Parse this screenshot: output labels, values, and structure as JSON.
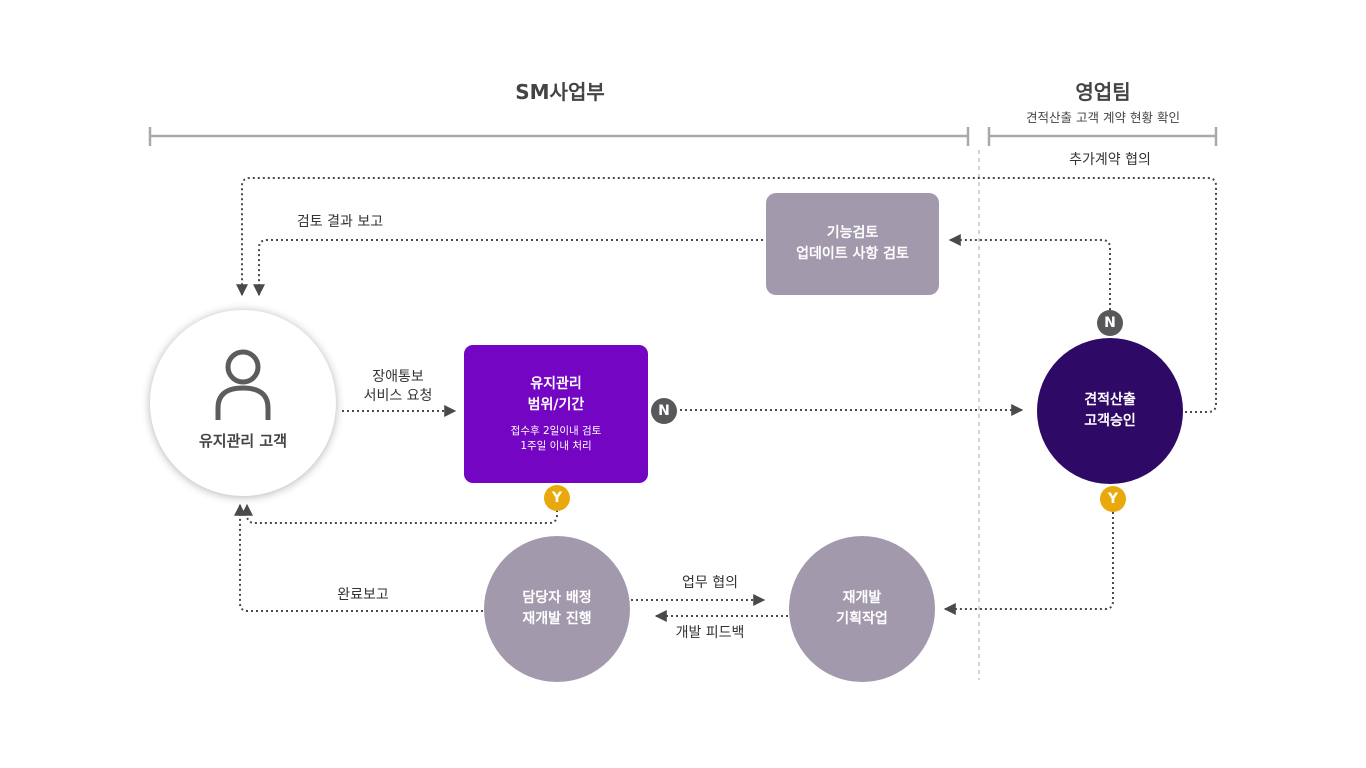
{
  "headers": {
    "sm_title": "SM사업부",
    "sales_title": "영업팀",
    "sales_subtitle": "견적산출 고객 계약 현황 확인"
  },
  "nodes": {
    "customer": {
      "label": "유지관리 고객"
    },
    "scope": {
      "line1": "유지관리",
      "line2": "범위/기간",
      "note1": "접수후 2일이내 검토",
      "note2": "1주일 이내 처리"
    },
    "review": {
      "line1": "기능검토",
      "line2": "업데이트 사항 검토"
    },
    "estimate": {
      "line1": "견적산출",
      "line2": "고객승인"
    },
    "assign": {
      "line1": "담당자 배정",
      "line2": "재개발 진행"
    },
    "plan": {
      "line1": "재개발",
      "line2": "기획작업"
    }
  },
  "labels": {
    "report_request_1": "장애통보",
    "report_request_2": "서비스 요청",
    "review_result": "검토 결과 보고",
    "extra_contract": "추가계약 협의",
    "complete_report": "완료보고",
    "work_consult": "업무 협의",
    "dev_feedback": "개발 피드백"
  },
  "badges": {
    "scope_no": "N",
    "scope_yes": "Y",
    "estimate_no": "N",
    "estimate_yes": "Y"
  },
  "colors": {
    "scope_fill": "#7405c2",
    "estimate_fill": "#2f0966",
    "gray_fill": "#a29aac",
    "line": "#4a4a4a",
    "yes_badge": "#e9a90c",
    "no_badge": "#58585a"
  }
}
